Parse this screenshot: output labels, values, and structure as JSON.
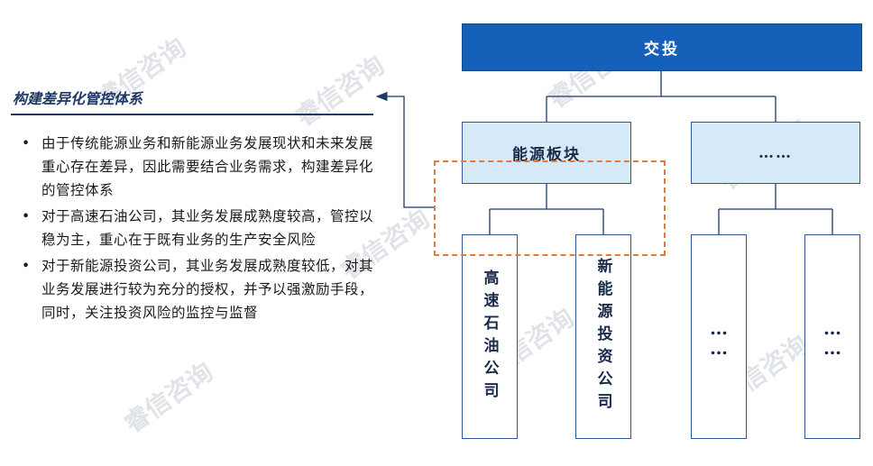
{
  "left": {
    "title": "构建差异化管控体系",
    "bullets": [
      "由于传统能源业务和新能源业务发展现状和未来发展重心存在差异，因此需要结合业务需求，构建差异化的管控体系",
      "对于高速石油公司，其业务发展成熟度较高，管控以稳为主，重心在于既有业务的生产安全风险",
      "对于新能源投资公司，其业务发展成熟度较低，对其业务发展进行较为充分的授权，并予以强激励手段，同时，关注投资风险的监控与监督"
    ],
    "bullet_symbol": "•"
  },
  "org": {
    "top": "交投",
    "mid_left": "能源板块",
    "mid_right": "……",
    "leaf_1": "高速石油公司",
    "leaf_2": "新能源投资公司",
    "leaf_3": "……",
    "leaf_4": "……"
  },
  "watermark_text": "睿信咨询",
  "colors": {
    "top_fill": "#1560b8",
    "mid_fill": "#d6e9f8",
    "line": "#1f3864",
    "highlight": "#e07b39"
  }
}
